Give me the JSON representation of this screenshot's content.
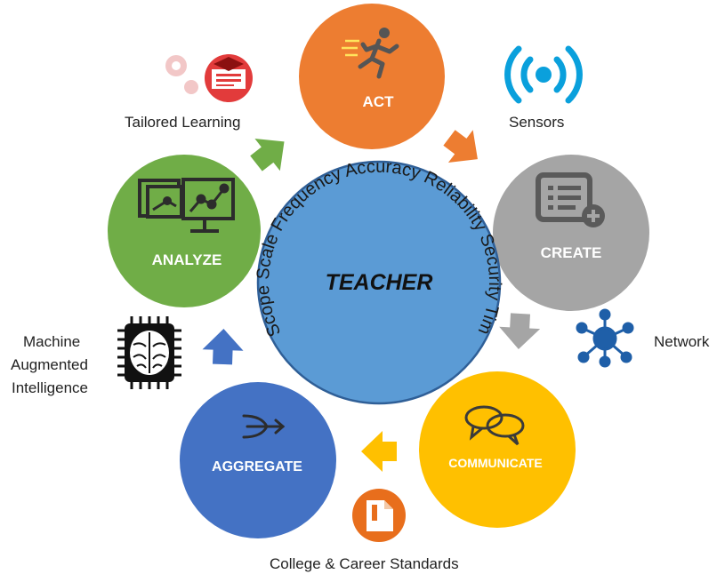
{
  "center": {
    "title": "TEACHER",
    "ring_text": "Scope Scale Frequency Accuracy Reliability Security Timeliness"
  },
  "stages": {
    "act": "ACT",
    "create": "CREATE",
    "communicate": "COMMUNICATE",
    "aggregate": "AGGREGATE",
    "analyze": "ANALYZE"
  },
  "labels": {
    "tailored_learning": "Tailored Learning",
    "sensors": "Sensors",
    "network": "Network",
    "machine_line1": "Machine",
    "machine_line2": "Augmented",
    "machine_line3": "Intelligence",
    "standards": "College & Career Standards"
  },
  "colors": {
    "act": "#ED7D31",
    "create": "#A5A5A5",
    "communicate": "#FFC000",
    "aggregate": "#4472C4",
    "analyze": "#70AD47",
    "center": "#5B9BD5",
    "sensors_icon": "#0AA0DC",
    "network_icon": "#1F5FA8"
  },
  "icons": {
    "act": "running-person-icon",
    "create": "form-add-icon",
    "communicate": "chat-bubbles-icon",
    "aggregate": "merge-arrows-icon",
    "analyze": "monitor-chart-icon",
    "tailored_learning": "graduation-cap-screen-icon",
    "sensors": "wireless-signal-icon",
    "network": "network-hub-icon",
    "machine": "brain-chip-icon",
    "standards": "document-icon"
  }
}
